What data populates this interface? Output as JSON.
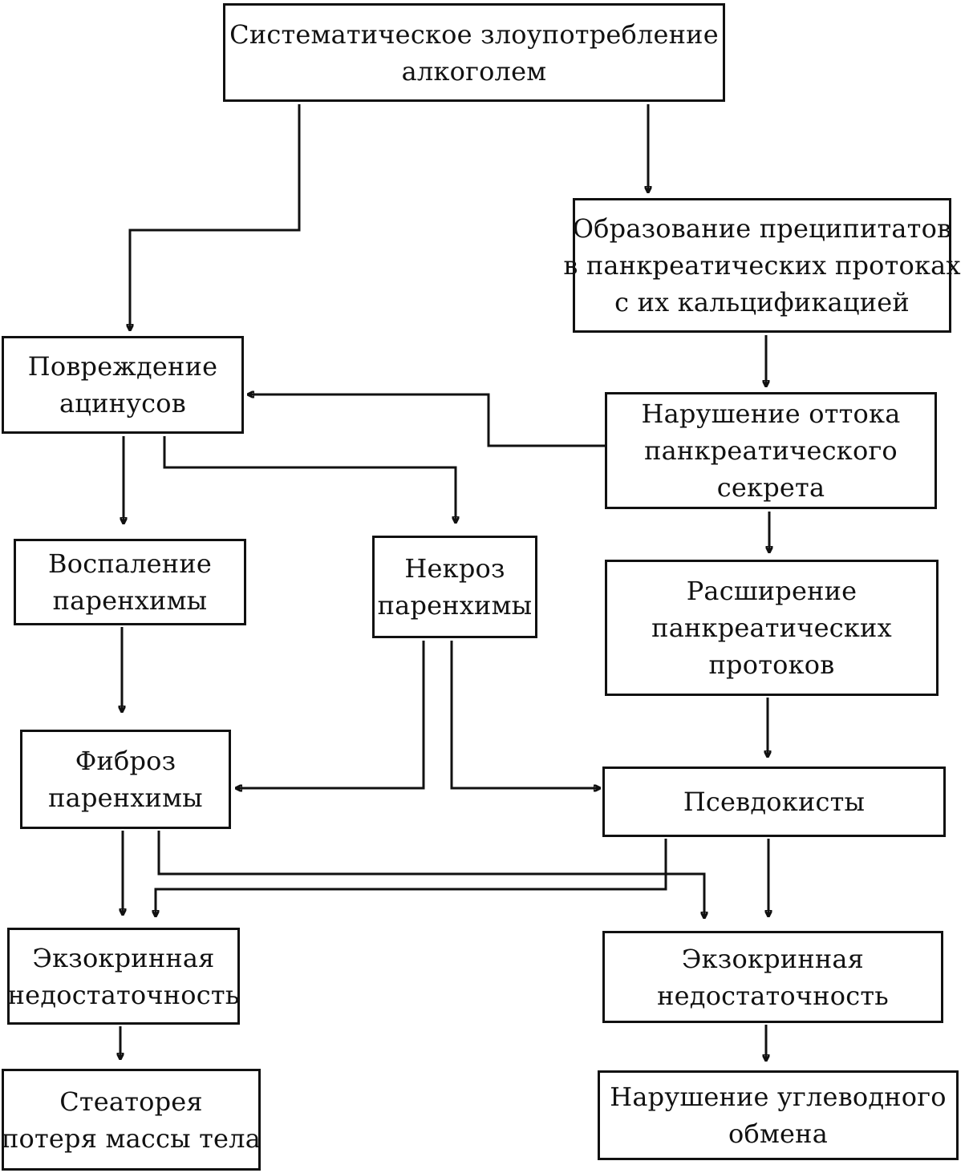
{
  "nodes": {
    "alcohol": [
      "Систематическое злоупотребление",
      "алкоголем"
    ],
    "precipitates": [
      "Образование преципитатов",
      "в панкреатических протоках",
      "с их кальцификацией"
    ],
    "acini": [
      "Повреждение",
      "ацинусов"
    ],
    "outflow": [
      "Нарушение оттока",
      "панкреатического",
      "секрета"
    ],
    "inflammation": [
      "Воспаление",
      "паренхимы"
    ],
    "necrosis": [
      "Некроз",
      "паренхимы"
    ],
    "dilation": [
      "Расширение",
      "панкреатических",
      "протоков"
    ],
    "fibrosis": [
      "Фиброз",
      "паренхимы"
    ],
    "pseudocysts": [
      "Псевдокисты"
    ],
    "exocrine_left": [
      "Экзокринная",
      "недостаточность"
    ],
    "exocrine_right": [
      "Экзокринная",
      "недостаточность"
    ],
    "steatorrhea": [
      "Стеаторея",
      "потеря массы тела"
    ],
    "carbohydrate": [
      "Нарушение углеводного",
      "обмена"
    ]
  }
}
